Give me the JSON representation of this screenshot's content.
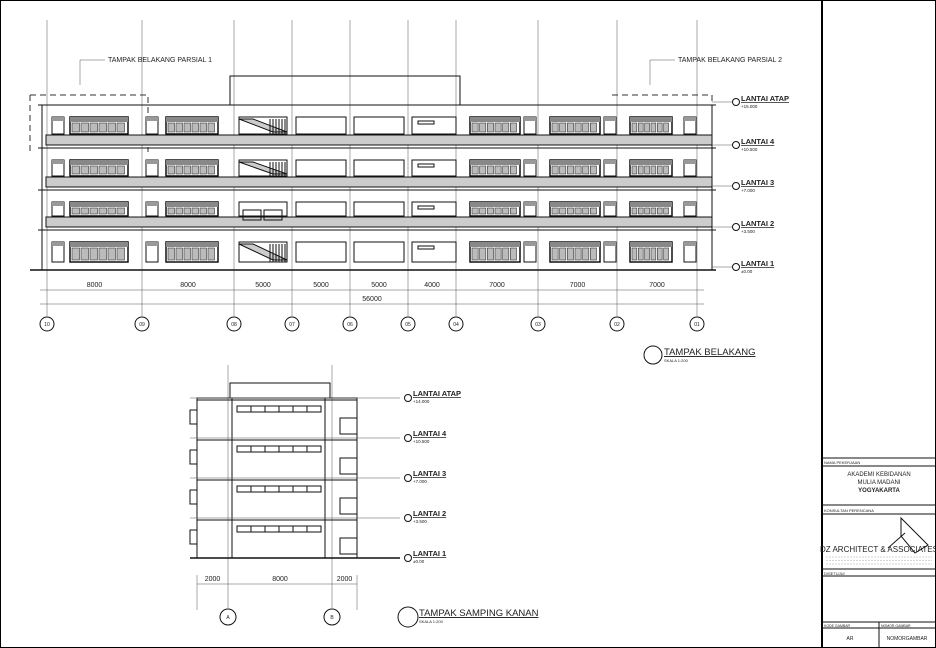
{
  "elevation_rear": {
    "partial_labels": [
      "TAMPAK BELAKANG PARSIAL 1",
      "TAMPAK BELAKANG PARSIAL 2"
    ],
    "levels": [
      {
        "name": "LANTAI ATAP",
        "elev": "+15.000"
      },
      {
        "name": "LANTAI 4",
        "elev": "+10.500"
      },
      {
        "name": "LANTAI 3",
        "elev": "+7.000"
      },
      {
        "name": "LANTAI 2",
        "elev": "+3.500"
      },
      {
        "name": "LANTAI 1",
        "elev": "±0.00"
      }
    ],
    "spans": [
      "8000",
      "8000",
      "5000",
      "5000",
      "5000",
      "4000",
      "7000",
      "7000",
      "7000"
    ],
    "total": "56000",
    "grids": [
      "10",
      "09",
      "08",
      "07",
      "06",
      "05",
      "04",
      "03",
      "02",
      "01"
    ],
    "title": "TAMPAK BELAKANG",
    "scale": "SKALA 1:200"
  },
  "elevation_side": {
    "levels": [
      {
        "name": "LANTAI ATAP",
        "elev": "+14.000"
      },
      {
        "name": "LANTAI 4",
        "elev": "+10.500"
      },
      {
        "name": "LANTAI 3",
        "elev": "+7.000"
      },
      {
        "name": "LANTAI 2",
        "elev": "+3.500"
      },
      {
        "name": "LANTAI 1",
        "elev": "±0.00"
      }
    ],
    "spans": [
      "2000",
      "8000",
      "2000"
    ],
    "grids": [
      "A",
      "B"
    ],
    "title": "TAMPAK SAMPING KANAN",
    "scale": "SKALA 1:200"
  },
  "title_block": {
    "project_label": "NAMA PEKERJAAN",
    "project_lines": [
      "AKADEMI KEBIDANAN",
      "MULIA MADANI",
      "YOGYAKARTA"
    ],
    "consultant_label": "KONSULTAN PERENCANA",
    "firm": "DZ ARCHITECT & ASSOCIATES",
    "approved_label": "DISETUJUI",
    "code_label": "KODE GAMBAR",
    "number_label": "NOMOR GAMBAR",
    "code_value": "AR",
    "number_value": "NOMORGAMBAR"
  }
}
